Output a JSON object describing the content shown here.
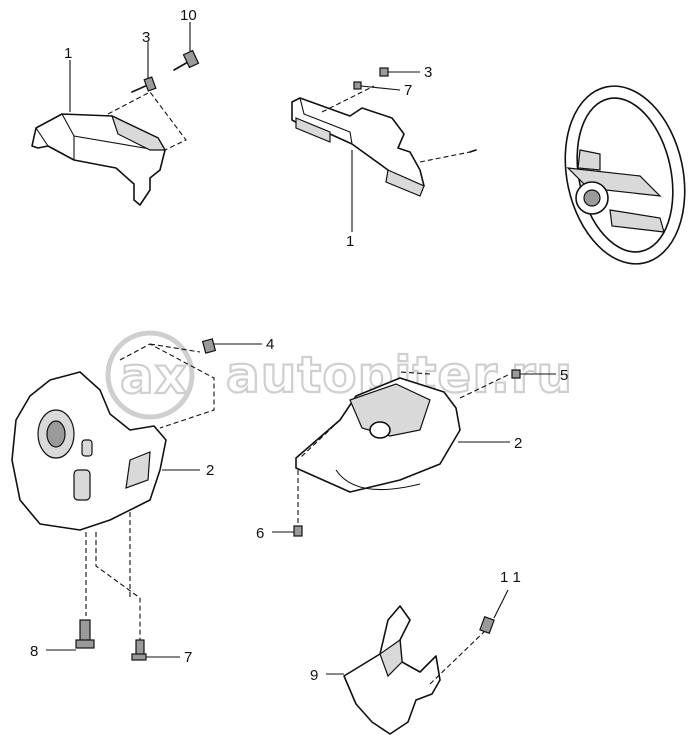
{
  "watermark": {
    "text": "autopiter.ru"
  },
  "callouts": {
    "c1": "1",
    "c2": "3",
    "c3": "10",
    "c4": "3",
    "c5": "7",
    "c6": "1",
    "c7": "4",
    "c8": "2",
    "c9": "5",
    "c10": "2",
    "c11": "6",
    "c12": "8",
    "c13": "7",
    "c14": "1 1",
    "c15": "9"
  }
}
